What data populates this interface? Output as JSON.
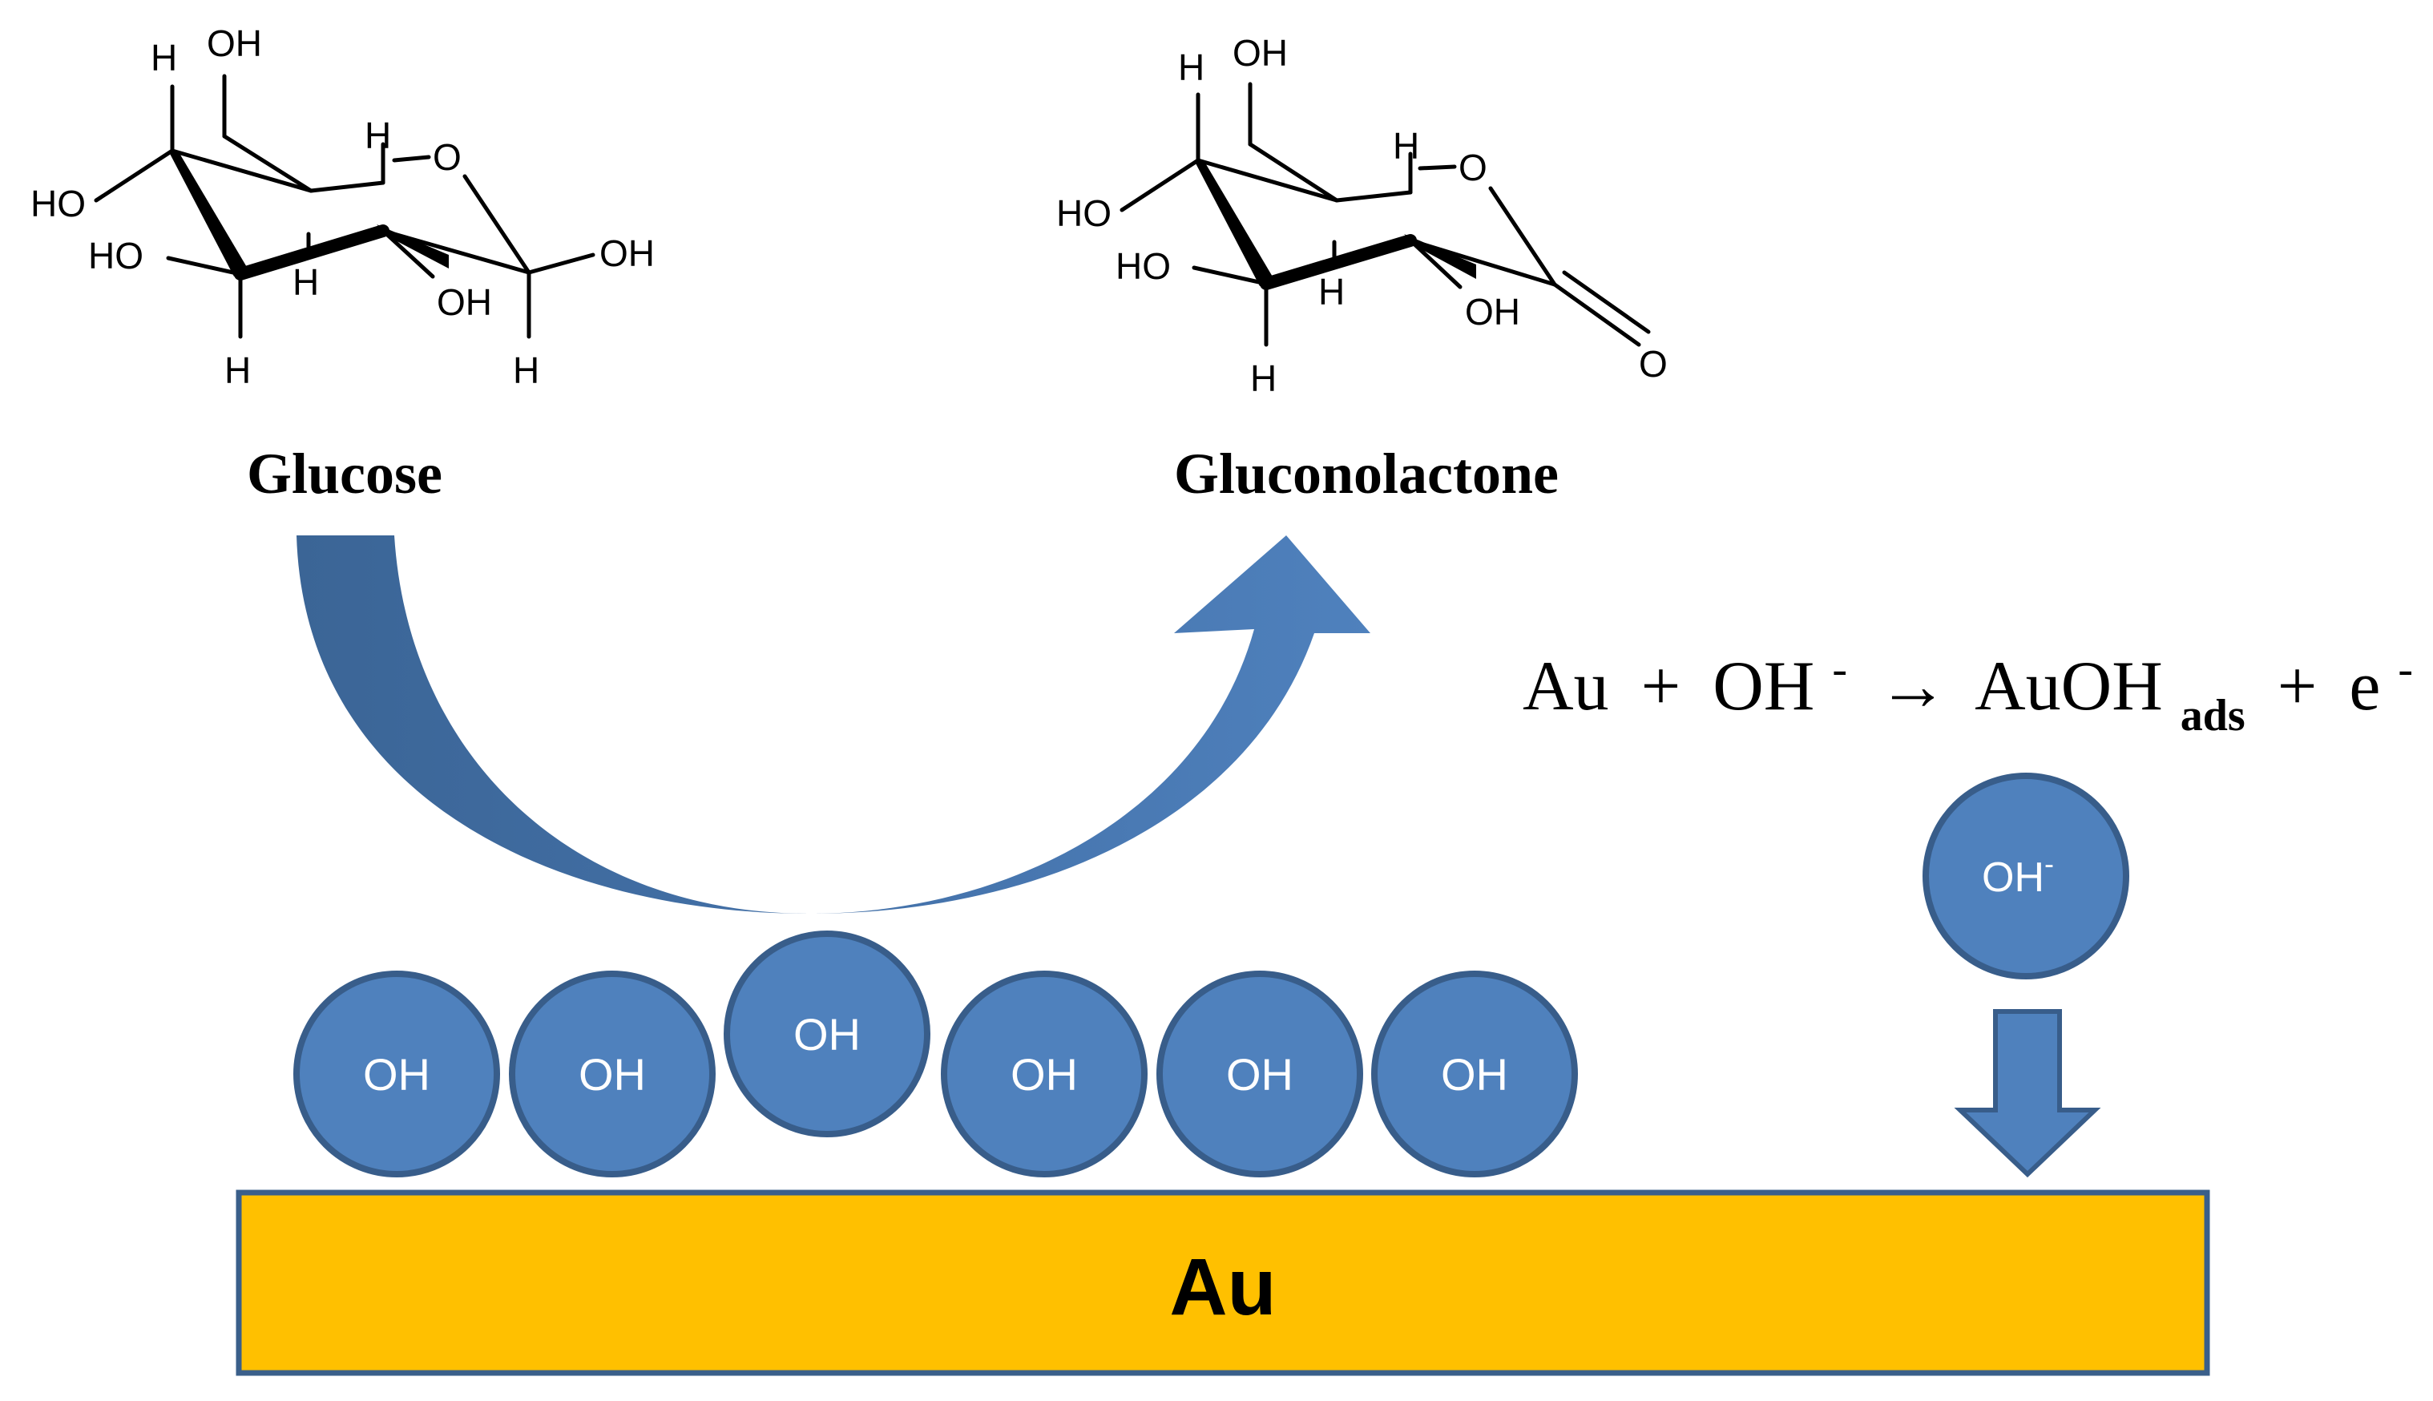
{
  "molecules": {
    "glucose": {
      "name": "Glucose",
      "atoms": {
        "h_c6_top": "H",
        "oh_c6": "OH",
        "h_c5": "H",
        "ring_o": "O",
        "ho_c4_upper": "HO",
        "ho_c4_lower": "HO",
        "h_c3": "H",
        "oh_c2": "OH",
        "oh_c1": "OH",
        "h_c4_bottom": "H",
        "h_c1_bottom": "H"
      }
    },
    "gluconolactone": {
      "name": "Gluconolactone",
      "atoms": {
        "h_c6_top": "H",
        "oh_c6": "OH",
        "h_c5": "H",
        "ring_o": "O",
        "ho_upper": "HO",
        "ho_lower": "HO",
        "h_c3": "H",
        "oh_c2": "OH",
        "carbonyl_o": "O",
        "h_bottom": "H"
      }
    }
  },
  "equation": {
    "reactant1": "Au",
    "plus1": "+",
    "reactant2": "OH",
    "charge_minus": "-",
    "arrow": "→",
    "product1": "AuOH",
    "product1_subscript": "ads",
    "plus2": "+",
    "product2": "e",
    "electron_charge": "-"
  },
  "surface": {
    "label": "Au",
    "color": "#FFC000",
    "border_color": "#3A5F8A"
  },
  "adsorbed_oh": [
    "OH",
    "OH",
    "OH",
    "OH",
    "OH",
    "OH"
  ],
  "incoming_ion": {
    "label": "OH",
    "charge": "-"
  },
  "colors": {
    "circle_fill": "#4F81BD",
    "circle_stroke": "#385D8A",
    "arrow_dark": "#3B6596",
    "arrow_light": "#4F81BD",
    "text_white": "#FFFFFF",
    "text_black": "#000000"
  }
}
